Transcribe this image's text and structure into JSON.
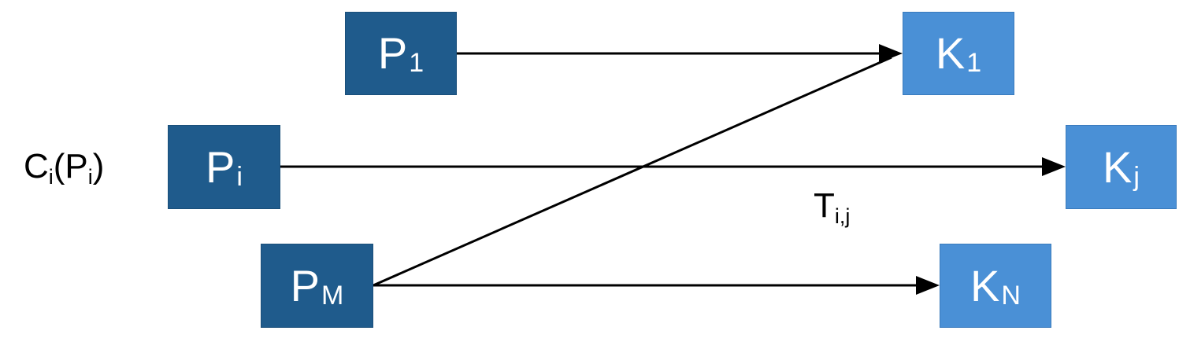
{
  "sources": {
    "p1": {
      "main": "P",
      "sub": "1"
    },
    "pi": {
      "main": "P",
      "sub": "i"
    },
    "pm": {
      "main": "P",
      "sub": "M"
    }
  },
  "targets": {
    "k1": {
      "main": "K",
      "sub": "1"
    },
    "kj": {
      "main": "K",
      "sub": "j"
    },
    "kn": {
      "main": "K",
      "sub": "N"
    }
  },
  "labels": {
    "cost": {
      "c": "C",
      "c_sub": "i",
      "open": "(P",
      "p_sub": "i",
      "close": ")"
    },
    "transfer": {
      "main": "T",
      "sub": "i,j"
    }
  },
  "edges": [
    {
      "from": "P1",
      "to": "K1"
    },
    {
      "from": "Pi",
      "to": "Kj"
    },
    {
      "from": "PM",
      "to": "K1"
    },
    {
      "from": "PM",
      "to": "KN"
    }
  ],
  "colors": {
    "source_box": "#1f5b8c",
    "target_box": "#4a90d6",
    "arrow": "#000000"
  }
}
